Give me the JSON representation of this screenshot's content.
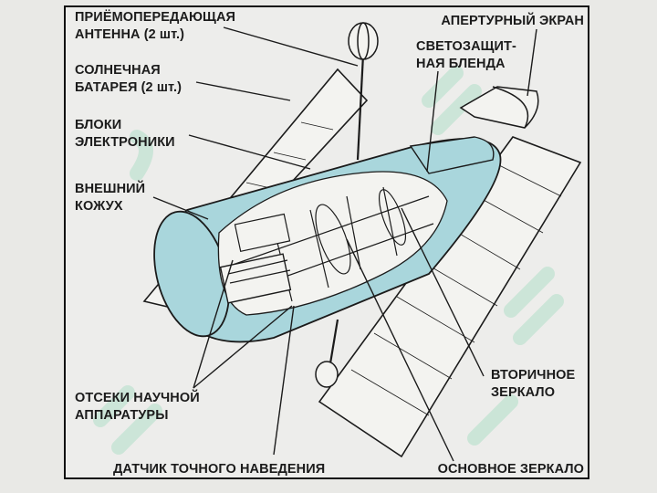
{
  "labels": {
    "antenna": [
      "ПРИЁМОПЕРЕДАЮЩАЯ",
      "АНТЕННА (2 шт.)"
    ],
    "solar": [
      "СОЛНЕЧНАЯ",
      "БАТАРЕЯ (2 шт.)"
    ],
    "electronics": [
      "БЛОКИ",
      "ЭЛЕКТРОНИКИ"
    ],
    "shell": [
      "ВНЕШНИЙ",
      "КОЖУХ"
    ],
    "instruments": [
      "ОТСЕКИ НАУЧНОЙ",
      "АППАРАТУРЫ"
    ],
    "sensor": "ДАТЧИК ТОЧНОГО НАВЕДЕНИЯ",
    "aperture": "АПЕРТУРНЫЙ ЭКРАН",
    "baffle": [
      "СВЕТОЗАЩИТ-",
      "НАЯ БЛЕНДА"
    ],
    "secondary": [
      "ВТОРИЧНОЕ",
      "ЗЕРКАЛО"
    ],
    "primary": "ОСНОВНОЕ ЗЕРКАЛО"
  },
  "colors": {
    "hull": "#a9d6dc",
    "ink": "#1b1b1b",
    "watermark": "#8fd8b4"
  }
}
